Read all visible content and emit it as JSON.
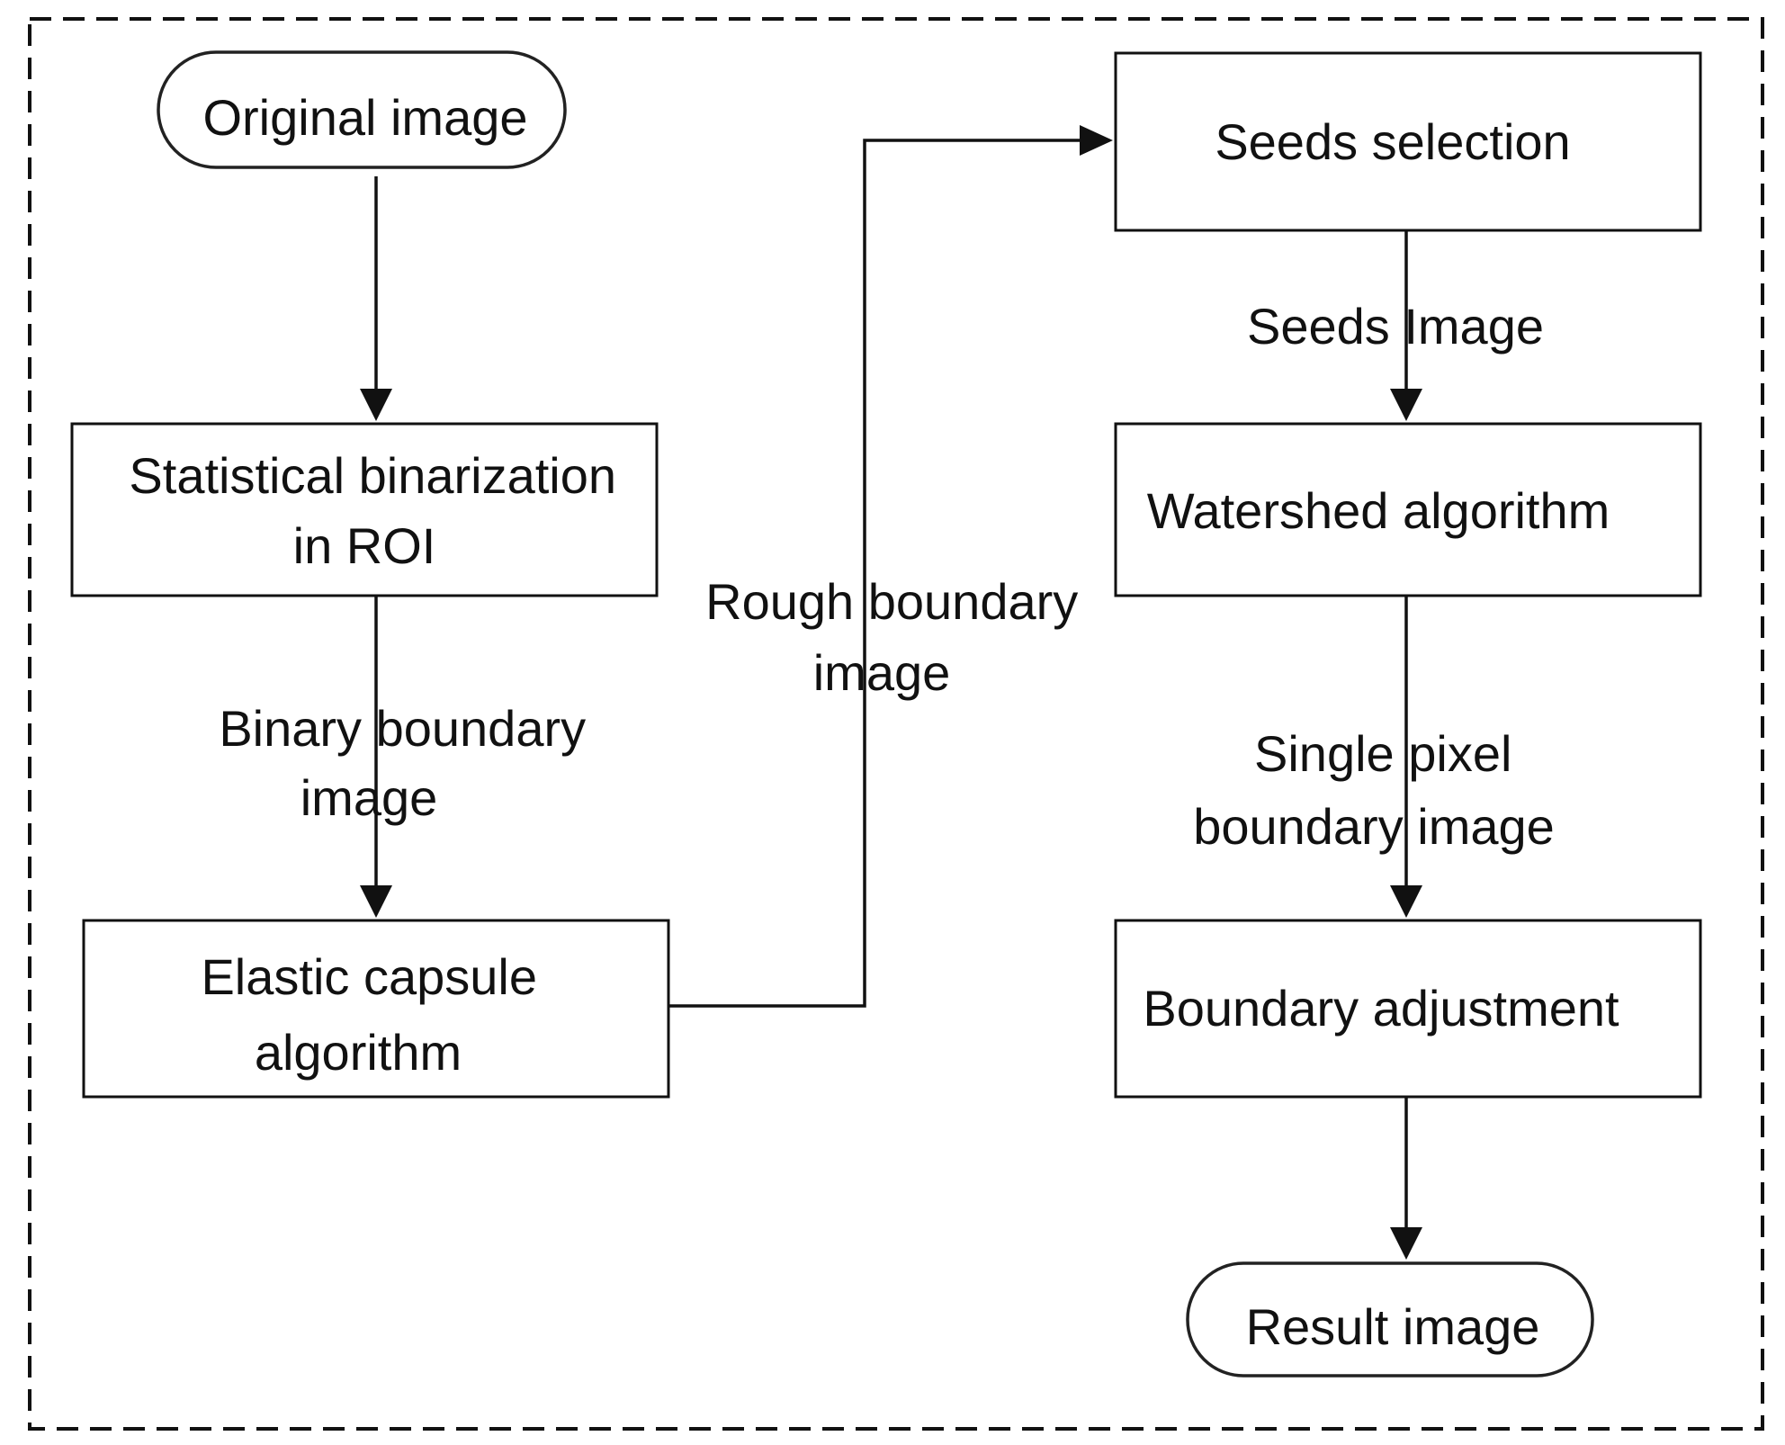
{
  "nodes": {
    "original_image": {
      "line1": "Original image"
    },
    "statistical_binarization": {
      "line1": "Statistical binarization",
      "line2": "in ROI"
    },
    "elastic_capsule": {
      "line1": "Elastic capsule",
      "line2": "algorithm"
    },
    "seeds_selection": {
      "line1": "Seeds selection"
    },
    "watershed": {
      "line1": "Watershed algorithm"
    },
    "boundary_adjustment": {
      "line1": "Boundary adjustment"
    },
    "result_image": {
      "line1": "Result image"
    }
  },
  "edge_labels": {
    "binary_boundary": {
      "line1": "Binary boundary",
      "line2": "image"
    },
    "rough_boundary": {
      "line1": "Rough boundary",
      "line2": "image"
    },
    "seeds_image": {
      "line1": "Seeds Image"
    },
    "single_pixel": {
      "line1": "Single pixel",
      "line2": "boundary image"
    }
  }
}
